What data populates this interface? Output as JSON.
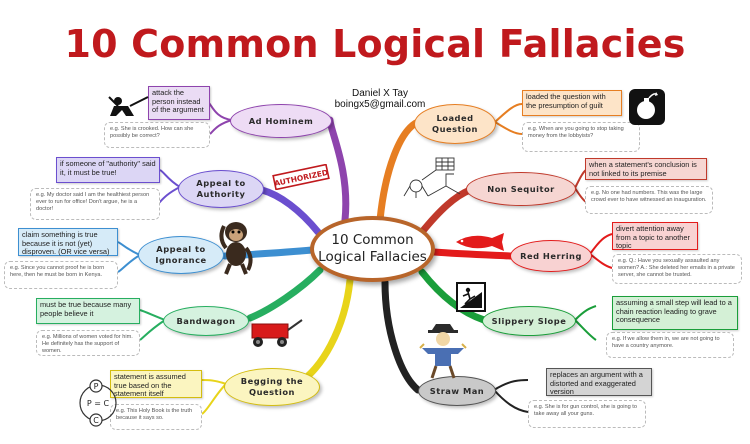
{
  "title": "10 Common Logical Fallacies",
  "author": {
    "name": "Daniel X Tay",
    "email": "boingx5@gmail.com"
  },
  "center": {
    "line1": "10 Common",
    "line2": "Logical Fallacies"
  },
  "colors": {
    "title": "#c0191d",
    "center_border": "#b8652a"
  },
  "fallacies": [
    {
      "name": "Ad Hominem",
      "definition": "attack the person instead of the argument",
      "example": "e.g. She is crooked. How can she possibly be correct?",
      "branch_color": "#8e44ad",
      "icon": "person-with-sword-icon"
    },
    {
      "name": "Appeal to Authority",
      "definition": "if someone of \"authority\" said it, it must be true!",
      "example": "e.g. My doctor said I am the healthiest person ever to run for office! Don't argue, he is a doctor!",
      "branch_color": "#6b4fcf",
      "icon": "authorized-stamp-icon",
      "stamp_text": "AUTHORIZED"
    },
    {
      "name": "Appeal to Ignorance",
      "definition": "claim something is true because it is not (yet) disproven. (OR vice versa)",
      "example": "e.g. Since you cannot proof he is born here, then he must be born in Kenya.",
      "branch_color": "#3d8fd1",
      "icon": "monkey-icon"
    },
    {
      "name": "Bandwagon",
      "definition": "must be true because many people believe it",
      "example": "e.g. Millions of women voted for him. He definitely has the support of women.",
      "branch_color": "#27ae60",
      "icon": "wagon-icon"
    },
    {
      "name": "Begging the Question",
      "definition": "statement is assumed true based on the statement itself",
      "example": "e.g. This Holy Book is the truth because it says so.",
      "branch_color": "#e8d41a",
      "icon": "circular-reasoning-icon",
      "cycle_labels": [
        "P",
        "P = C",
        "C"
      ]
    },
    {
      "name": "Loaded Question",
      "definition": "loaded the question with the presumption of guilt",
      "example": "e.g. When are you going to stop taking money from the lobbyists?",
      "branch_color": "#e67e22",
      "icon": "bomb-icon"
    },
    {
      "name": "Non Sequitor",
      "definition": "when a statement's conclusion is not linked to its premise",
      "example": "e.g. No one had numbers. This was the large crowd ever to have witnessed an inauguration.",
      "branch_color": "#c0392b",
      "icon": "contraption-icon"
    },
    {
      "name": "Red Herring",
      "definition": "divert attention away from a topic to another topic",
      "example": "e.g. Q.: Have you sexually assaulted any women? A.: She deleted her emails in a private server, she cannot be trusted.",
      "branch_color": "#e31b1b",
      "icon": "red-fish-icon"
    },
    {
      "name": "Slippery Slope",
      "definition": "assuming a small step will lead to a chain reaction leading to grave consequence",
      "example": "e.g. If we allow them in, we are not going to have a country anymore.",
      "branch_color": "#1a9e3a",
      "icon": "slippery-slope-sign-icon"
    },
    {
      "name": "Straw Man",
      "definition": "replaces an argument with a distorted and exaggerated version",
      "example": "e.g. She is for gun control, she is going to take away all your guns.",
      "branch_color": "#222222",
      "icon": "scarecrow-icon"
    }
  ]
}
